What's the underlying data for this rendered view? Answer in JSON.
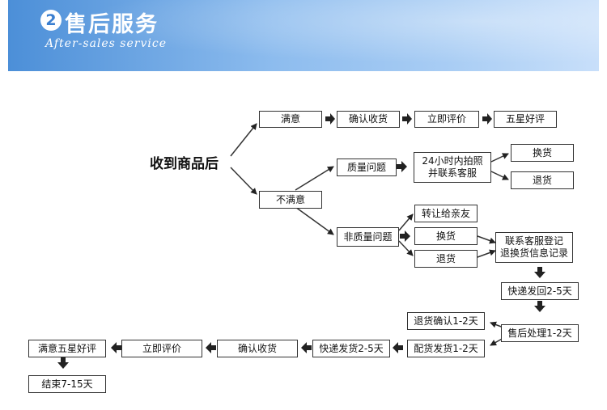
{
  "header": {
    "badge_number": "2",
    "title": "售后服务",
    "subtitle": "After-sales service"
  },
  "diagram": {
    "root": "收到商品后",
    "satisfied": "满意",
    "confirm_receipt": "确认收货",
    "review_now": "立即评价",
    "five_star": "五星好评",
    "unsatisfied": "不满意",
    "quality_issue": "质量问题",
    "photo_contact": "24小时内拍照\n并联系客服",
    "exchange": "换货",
    "return": "退货",
    "non_quality_issue": "非质量问题",
    "transfer_friend": "转让给亲友",
    "exchange2": "换货",
    "return2": "退货",
    "register_info": "联系客服登记\n退换货信息记录",
    "express_return": "快递发回2-5天",
    "after_sales_process": "售后处理1-2天",
    "refund_confirm": "退货确认1-2天",
    "ship_replacement": "配货发货1-2天",
    "express_delivery": "快递发货2-5天",
    "confirm_receipt2": "确认收货",
    "review_now2": "立即评价",
    "satisfied_five_star": "满意五星好评",
    "end": "结束7-15天"
  }
}
